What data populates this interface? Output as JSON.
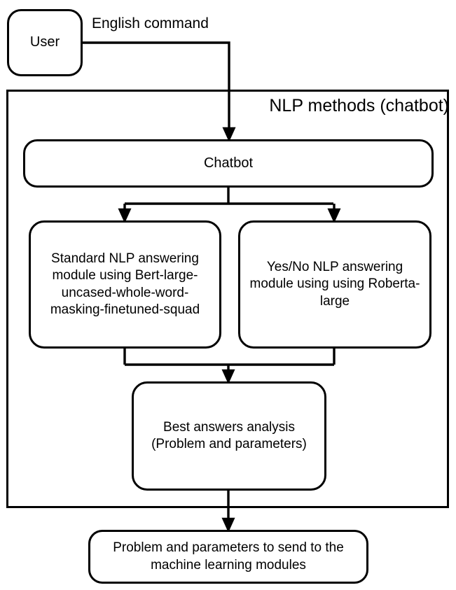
{
  "diagram": {
    "title": "NLP methods (chatbot) pipeline flowchart",
    "stroke_color": "#000000",
    "fill_color": "#ffffff",
    "background": "#ffffff"
  },
  "nodes": {
    "user": {
      "label": "User"
    },
    "container": {
      "label": "NLP methods (chatbot)"
    },
    "chatbot": {
      "label": "Chatbot"
    },
    "standard_nlp": {
      "label": "Standard NLP answering module using Bert-large-uncased-whole-word-masking-finetuned-squad"
    },
    "yesno_nlp": {
      "label": "Yes/No NLP answering module using using Roberta-large"
    },
    "best_answers": {
      "label": "Best answers analysis (Problem and parameters)"
    },
    "output": {
      "label": "Problem and parameters to send to the machine learning modules"
    }
  },
  "edges": [
    {
      "id": "user-to-chatbot",
      "label": "English command",
      "from": "user",
      "to": "chatbot"
    },
    {
      "id": "chatbot-to-standard",
      "label": "",
      "from": "chatbot",
      "to": "standard_nlp"
    },
    {
      "id": "chatbot-to-yesno",
      "label": "",
      "from": "chatbot",
      "to": "yesno_nlp"
    },
    {
      "id": "standard-to-best",
      "label": "",
      "from": "standard_nlp",
      "to": "best_answers"
    },
    {
      "id": "yesno-to-best",
      "label": "",
      "from": "yesno_nlp",
      "to": "best_answers"
    },
    {
      "id": "best-to-output",
      "label": "",
      "from": "best_answers",
      "to": "output"
    }
  ]
}
